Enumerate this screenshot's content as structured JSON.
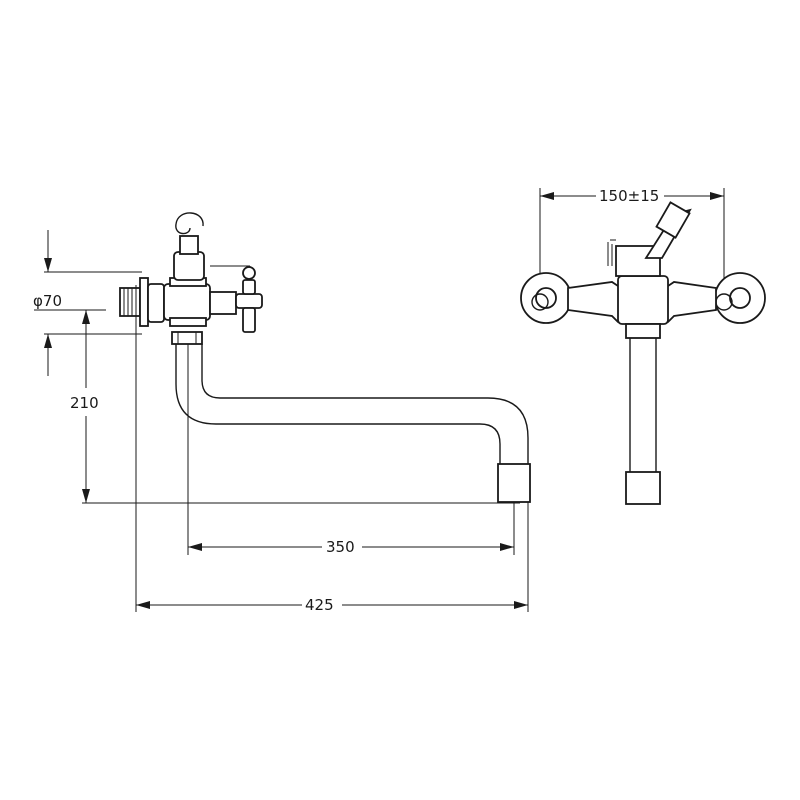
{
  "dimensions": {
    "diameter_label": "φ70",
    "height_label": "210",
    "spout_reach_label": "350",
    "overall_length_label": "425",
    "center_distance_label": "150±15"
  }
}
